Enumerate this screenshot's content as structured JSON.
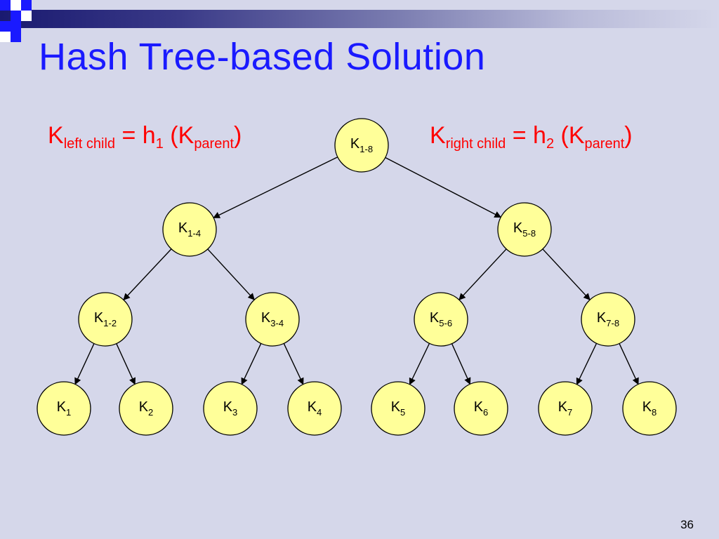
{
  "slide": {
    "title": "Hash Tree-based Solution",
    "page_number": "36"
  },
  "formula_left": {
    "k": "K",
    "k_sub": "left child",
    "eq": " = h",
    "h_sub": "1",
    "open": " (K",
    "p_sub": "parent",
    "close": ")"
  },
  "formula_right": {
    "k": "K",
    "k_sub": "right child",
    "eq": " = h",
    "h_sub": "2",
    "open": " (K",
    "p_sub": "parent",
    "close": ")"
  },
  "tree": {
    "nodes": [
      {
        "id": "1-8",
        "main": "K",
        "sub": "1-8"
      },
      {
        "id": "1-4",
        "main": "K",
        "sub": "1-4"
      },
      {
        "id": "5-8",
        "main": "K",
        "sub": "5-8"
      },
      {
        "id": "1-2",
        "main": "K",
        "sub": "1-2"
      },
      {
        "id": "3-4",
        "main": "K",
        "sub": "3-4"
      },
      {
        "id": "5-6",
        "main": "K",
        "sub": "5-6"
      },
      {
        "id": "7-8",
        "main": "K",
        "sub": "7-8"
      },
      {
        "id": "1",
        "main": "K",
        "sub": "1"
      },
      {
        "id": "2",
        "main": "K",
        "sub": "2"
      },
      {
        "id": "3",
        "main": "K",
        "sub": "3"
      },
      {
        "id": "4",
        "main": "K",
        "sub": "4"
      },
      {
        "id": "5",
        "main": "K",
        "sub": "5"
      },
      {
        "id": "6",
        "main": "K",
        "sub": "6"
      },
      {
        "id": "7",
        "main": "K",
        "sub": "7"
      },
      {
        "id": "8",
        "main": "K",
        "sub": "8"
      }
    ],
    "edges": [
      [
        "1-8",
        "1-4"
      ],
      [
        "1-8",
        "5-8"
      ],
      [
        "1-4",
        "1-2"
      ],
      [
        "1-4",
        "3-4"
      ],
      [
        "5-8",
        "5-6"
      ],
      [
        "5-8",
        "7-8"
      ],
      [
        "1-2",
        "1"
      ],
      [
        "1-2",
        "2"
      ],
      [
        "3-4",
        "3"
      ],
      [
        "3-4",
        "4"
      ],
      [
        "5-6",
        "5"
      ],
      [
        "5-6",
        "6"
      ],
      [
        "7-8",
        "7"
      ],
      [
        "7-8",
        "8"
      ]
    ]
  },
  "colors": {
    "background": "#d5d7ea",
    "title": "#1a1aff",
    "formula": "#ff0000",
    "node_fill": "#ffff99",
    "logo_squares": "#1a1aff"
  }
}
